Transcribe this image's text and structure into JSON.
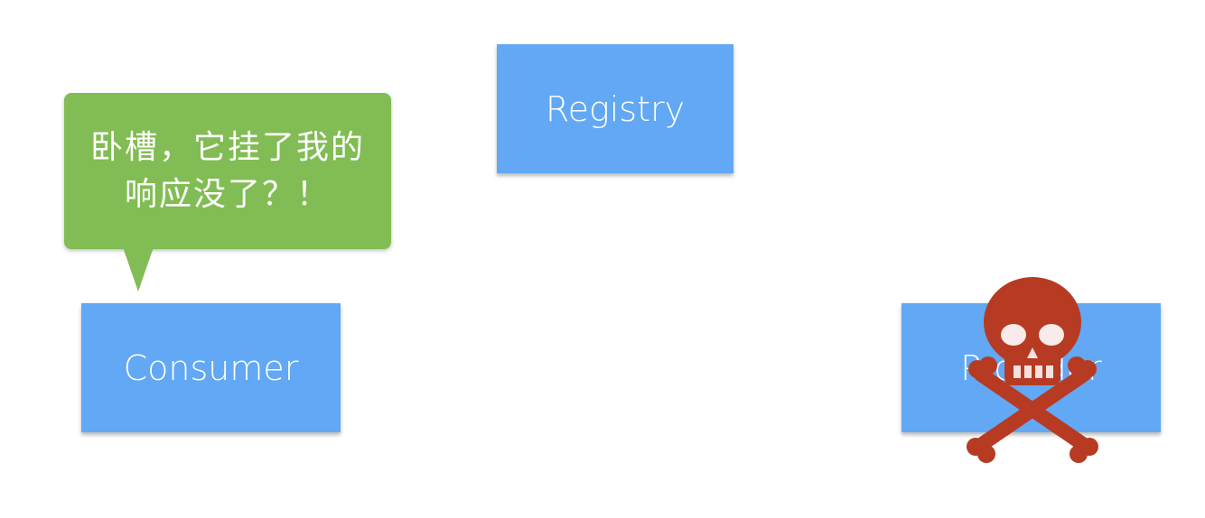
{
  "nodes": {
    "registry": "Registry",
    "consumer": "Consumer",
    "provider": "Provider"
  },
  "speech_bubble": {
    "line1": "卧槽，它挂了我的",
    "line2": "响应没了？！"
  },
  "colors": {
    "node_fill": "#62a8f4",
    "bubble_fill": "#82bc54",
    "skull_fill": "#b73a22"
  },
  "icons": {
    "provider_overlay": "skull-crossbones-icon"
  }
}
